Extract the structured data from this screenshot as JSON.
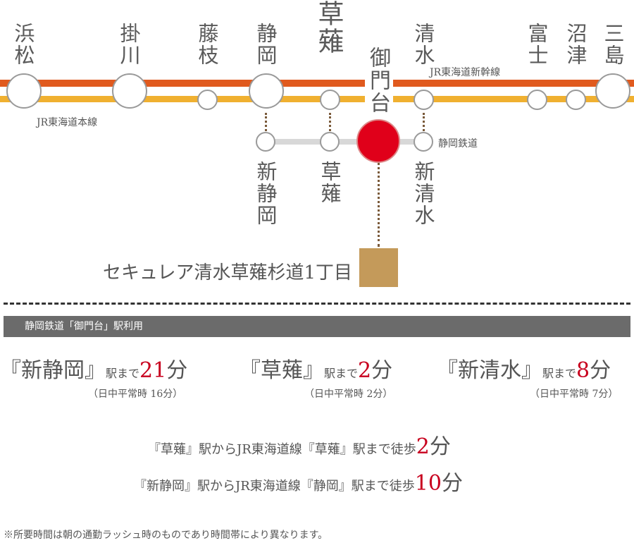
{
  "colors": {
    "shinkansen": "#e05a1e",
    "tokaido": "#f0b030",
    "shizutetsu": "#d8d8d8",
    "current_station": "#e0001a",
    "property": "#c49a5a",
    "banner": "#6b6b6b",
    "accent": "#c8001e"
  },
  "stations": {
    "hamamatsu": "浜松",
    "kakegawa": "掛川",
    "fujieda": "藤枝",
    "shizuoka": "静岡",
    "kusanagi": "草薙",
    "mikadodai": "御門台",
    "shimizu": "清水",
    "fuji": "富士",
    "numazu": "沼津",
    "mishima": "三島",
    "shin_shizuoka": "新静岡",
    "shizutetsu_kusanagi": "草薙",
    "shin_shimizu": "新清水"
  },
  "lines": {
    "shinkansen": "JR東海道新幹線",
    "tokaido": "JR東海道本線",
    "shizutetsu": "静岡鉄道"
  },
  "property": "セキュレア清水草薙杉道1丁目",
  "banner": "静岡鉄道「御門台」駅利用",
  "times": [
    {
      "pre": "『新静岡』",
      "mid": "駅まで",
      "num": "21",
      "unit": "分",
      "note": "（日中平常時 16分）"
    },
    {
      "pre": "『草薙』",
      "mid": "駅まで",
      "num": "2",
      "unit": "分",
      "note": "（日中平常時 2分）"
    },
    {
      "pre": "『新清水』",
      "mid": "駅まで",
      "num": "8",
      "unit": "分",
      "note": "（日中平常時 7分）"
    }
  ],
  "walks": [
    {
      "text": "『草薙』駅からJR東海道線『草薙』駅まで徒歩",
      "num": "2",
      "unit": "分"
    },
    {
      "text": "『新静岡』駅からJR東海道線『静岡』駅まで徒歩",
      "num": "10",
      "unit": "分"
    }
  ],
  "footnote": "※所要時間は朝の通勤ラッシュ時のものであり時間帯により異なります。"
}
